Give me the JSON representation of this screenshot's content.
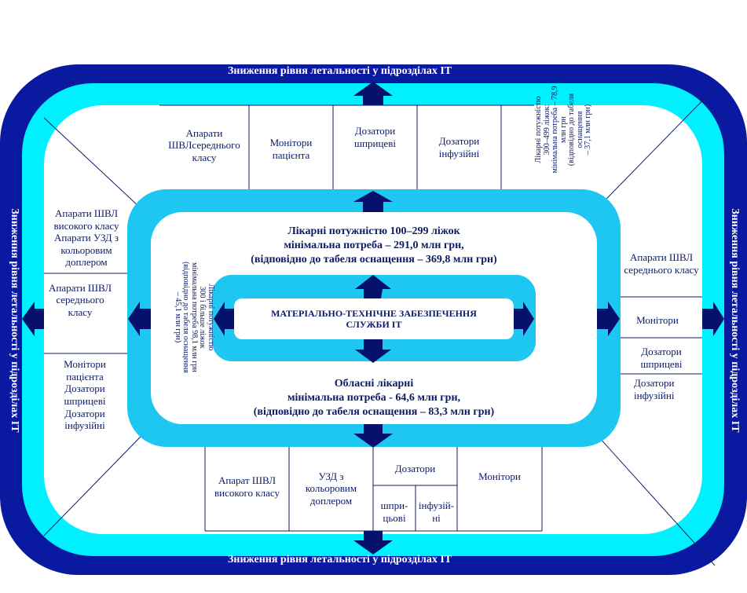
{
  "band_label": "Зниження рівня летальності у підрозділах ІТ",
  "center_label": "МАТЕРІАЛЬНО-ТЕХНІЧНЕ ЗАБЕЗПЕЧЕННЯ СЛУЖБИ ІТ",
  "upper_group": {
    "line1": "Лікарні потужністю 100–299 ліжок",
    "line2": "мінімальна потреба – 291,0 млн грн,",
    "line3": "(відповідно до табеля оснащення – 369,8 млн грн)"
  },
  "lower_group": {
    "line1": "Обласні лікарні",
    "line2": "мінімальна потреба - 64,6 млн грн,",
    "line3": "(відповідно до табеля оснащення – 83,3 млн грн)"
  },
  "left_group_rotated": "Лікарні потужністю\n300 і більше ліжок\nмінімальна потреба 98,1 млн грн\n(відповідно до табеля оснащення\n– 45,1 млн грн)",
  "right_group_rotated": "Лікарні потужністю\n300–499 ліжок:\nмінімальна потреба – 78,9 млн грн\n(відповідно до табеля оснащення\n– 37,1 млн грн)",
  "top_cells": [
    "Апарати\nШВЛсереднього\nкласу",
    "Монітори\nпацієнта",
    "Дозатори\nшприцеві",
    "Дозатори\nінфузійні"
  ],
  "left_cells": [
    "Апарати ШВЛ\nвисокого класу\nАпарати УЗД з\nкольоровим\nдоплером",
    "Апарати  ШВЛ\nсереднього\nкласу",
    "Монітори\nпацієнта\nДозатори\nшприцеві\nДозатори\nінфузійні"
  ],
  "right_cells": [
    "Апарати  ШВЛ\nсереднього класу",
    "Монітори",
    "Дозатори\nшприцеві",
    "Дозатори\nінфузійні"
  ],
  "bottom_cells": [
    "Апарат ШВЛ\nвисокого класу",
    "УЗД з\nкольоровим\nдоплером",
    "Дозатори",
    "шпри-\nцьові",
    "інфузій-\nні",
    "Монітори"
  ],
  "colors": {
    "dark_blue": "#0a1aa0",
    "cyan": "#00f0ff",
    "light_blue": "#1ec6f2",
    "navy_arrow": "#06116c",
    "text": "#0d1a66"
  }
}
